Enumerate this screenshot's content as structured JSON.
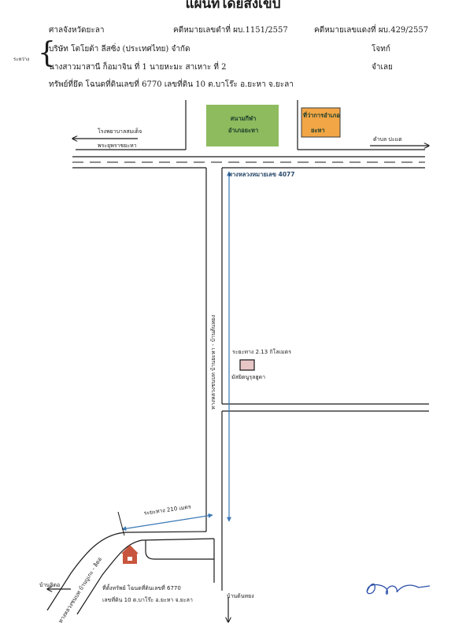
{
  "title": "แผนที่โดยสังเขป",
  "header": {
    "court": "ศาลจังหวัดยะลา",
    "black_case": "คดีหมายเลขดำที่ ผบ.1151/2557",
    "red_case": "คดีหมายเลขแดงที่ ผบ.429/2557",
    "between_label": "ระหว่าง",
    "plaintiff": "บริษัท โตโยต้า ลีสซิ่ง (ประเทศไทย) จำกัด",
    "plaintiff_role": "โจทก์",
    "defendant": "นางสาวมาสานี ก็อมาจิน ที่ 1 นายหะมะ สาเหาะ ที่ 2",
    "defendant_role": "จำเลย",
    "property": "ทรัพย์ที่ยึด   โฉนดที่ดินเลขที่ 6770 เลขที่ดิน 10 ต.บาโร๊ะ อ.ยะหา จ.ยะลา"
  },
  "map": {
    "stadium": [
      "สนามกีฬา",
      "อำเภอยะหา"
    ],
    "district_office": [
      "ที่ว่าการอำเภอ",
      "ยะหา"
    ],
    "hospital": [
      "โรงพยาบาลสมเด็จ",
      "พระยุพราชยะหา"
    ],
    "to_pakat": "ตำบล ปะแต",
    "highway": "ทางหลวงหมายเลข 4077",
    "side_road": "ทางหลวงชนบท บ้านยะหา - บ้านต้นหยง",
    "distance_long": "ระยะทาง 2.13 กิโลเมตร",
    "mosque": "มัสยิดนูรุลฮูดา",
    "distance_short": "ระยะทาง 210 เมตร",
    "ban_lidod": "บ้านลิดอ",
    "lower_road": "ทางหลวงชนบท บ้านบูเกะ - ลิดอ",
    "property_line1": "ที่ตั้งทรัพย์ โฉนดที่ดินเลขที่ 6770",
    "property_line2": "เลขที่ดิน 10 ต.บาโร๊ะ อ.ยะหา จ.ยะลา",
    "ban_tonyong": "บ้านต้นหยง"
  },
  "colors": {
    "stadium": "#8dbb5e",
    "office": "#f2a646",
    "mosque": "#e9c6c6",
    "house": "#c8553d",
    "ink": "#1a1a1a",
    "measure": "#3a78b5"
  }
}
